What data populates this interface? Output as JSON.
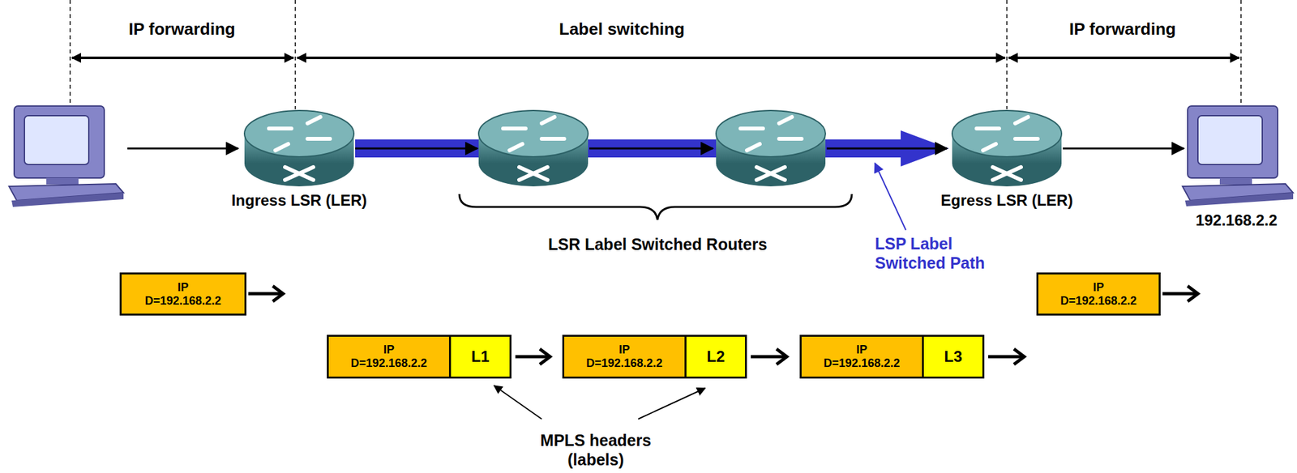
{
  "diagram": {
    "nodes": [
      {
        "text": [
          "Ingress LSR (LER)"
        ]
      },
      {
        "text": [
          "Egress LSR (LER)"
        ]
      },
      {
        "text": [
          "192.168.2.2"
        ]
      },
      {
        "text": [
          "IP",
          "D=192.168.2.2"
        ]
      },
      {
        "text": [
          "IP",
          "D=192.168.2.2"
        ]
      },
      {
        "text": [
          "IP",
          "D=192.168.2.2"
        ]
      },
      {
        "text": [
          "L1"
        ]
      },
      {
        "text": [
          "IP",
          "D=192.168.2.2"
        ]
      },
      {
        "text": [
          "L2"
        ]
      },
      {
        "text": [
          "IP",
          "D=192.168.2.2"
        ]
      },
      {
        "text": [
          "L3"
        ]
      }
    ],
    "edges": [
      {
        "from": 1,
        "to": 2,
        "arrow": "to"
      }
    ],
    "labels": [
      "IP forwarding",
      "Label switching",
      "IP forwarding",
      "LSR Label Switched Routers",
      "LSP Label Switched Path",
      "MPLS headers (labels)"
    ]
  }
}
